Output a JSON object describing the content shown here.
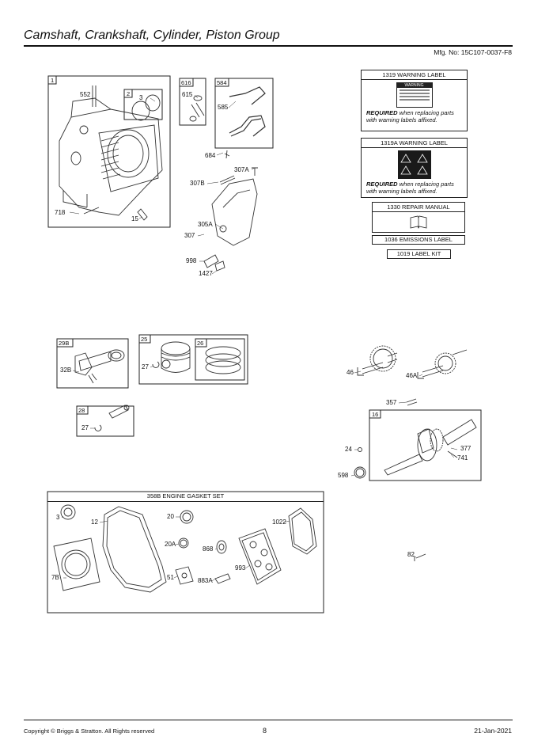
{
  "header": {
    "title": "Camshaft, Crankshaft, Cylinder, Piston Group",
    "mfg_no": "Mfg. No: 15C107-0037-F8"
  },
  "footer": {
    "copyright": "Copyright © Briggs & Stratton. All Rights reserved",
    "page": "8",
    "date": "21-Jan-2021"
  },
  "group_tags": {
    "cylinder": "1",
    "bushing": "2",
    "breather": "616",
    "link": "584",
    "conrod": "29B",
    "piston": "25",
    "rings": "26",
    "pin": "28",
    "crank": "16"
  },
  "labels": {
    "p552": "552",
    "p3a": "3",
    "p718": "718",
    "p15": "15",
    "p615": "615",
    "p585": "585",
    "p684": "684",
    "p307a": "307A",
    "p307b": "307B",
    "p305a": "305A",
    "p307": "307",
    "p998": "998",
    "p1427": "1427",
    "p32b": "32B",
    "p27a": "27",
    "p27b": "27",
    "p46": "46",
    "p46a": "46A",
    "p357": "357",
    "p24": "24",
    "p598": "598",
    "p377": "377",
    "p741": "741",
    "p3b": "3",
    "p12": "12",
    "p20": "20",
    "p20a": "20A",
    "p868": "868",
    "p1022": "1022",
    "p7b": "7B",
    "p51": "51",
    "p883a": "883A",
    "p993": "993",
    "p82": "82"
  },
  "label_boxes": {
    "warning1_title": "1319 WARNING LABEL",
    "warning1_inner": "WARNING",
    "warning2_title": "1319A WARNING LABEL",
    "required_bold": "REQUIRED",
    "required_rest1": " when replacing parts",
    "required_rest2": "with warning labels affixed.",
    "repair_manual": "1330 REPAIR MANUAL",
    "emissions": "1036 EMISSIONS LABEL",
    "label_kit": "1019 LABEL KIT"
  },
  "gasket_set": {
    "title": "358B ENGINE GASKET SET"
  }
}
